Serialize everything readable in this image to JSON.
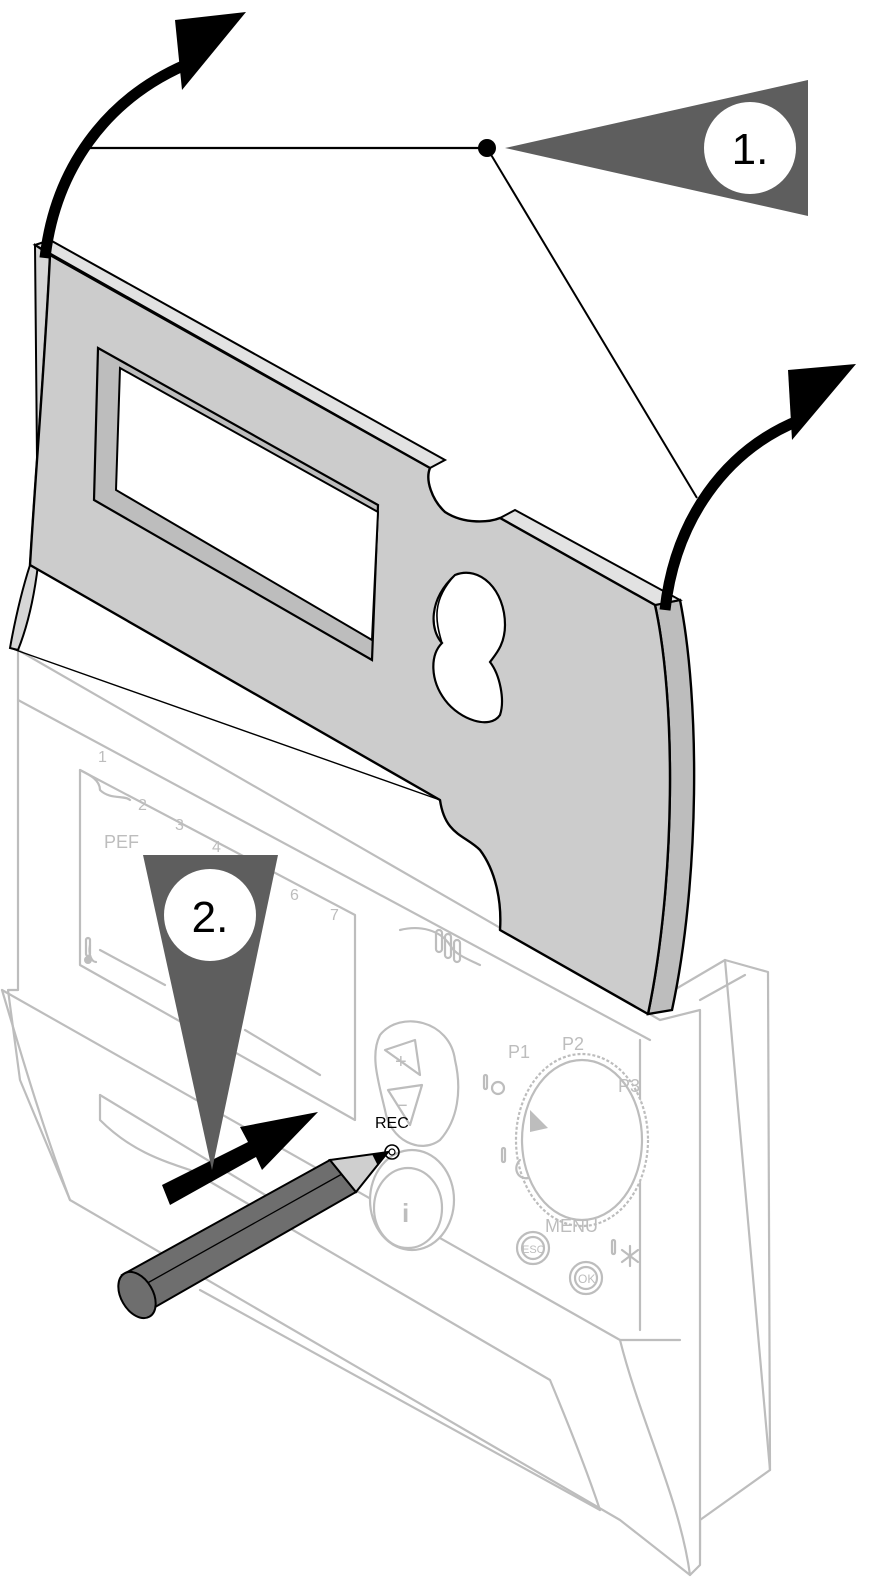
{
  "steps": [
    {
      "label": "1."
    },
    {
      "label": "2."
    }
  ],
  "device": {
    "day_marks": [
      "1",
      "2",
      "3",
      "4",
      "6",
      "7"
    ],
    "display_text_fragment": "PEF",
    "program_labels": [
      "P1",
      "P2",
      "P3"
    ],
    "rec_label": "REC",
    "menu_label": "MENU",
    "esc_label": "ESC",
    "ok_label": "OK",
    "info_label": "i",
    "plus_label": "+",
    "minus_label": "−"
  },
  "colors": {
    "cover_fill": "#cccccc",
    "arrow_fill": "#5e5e5e",
    "ghost_stroke": "#bdbdbd",
    "pencil_fill": "#6e6e6e"
  }
}
